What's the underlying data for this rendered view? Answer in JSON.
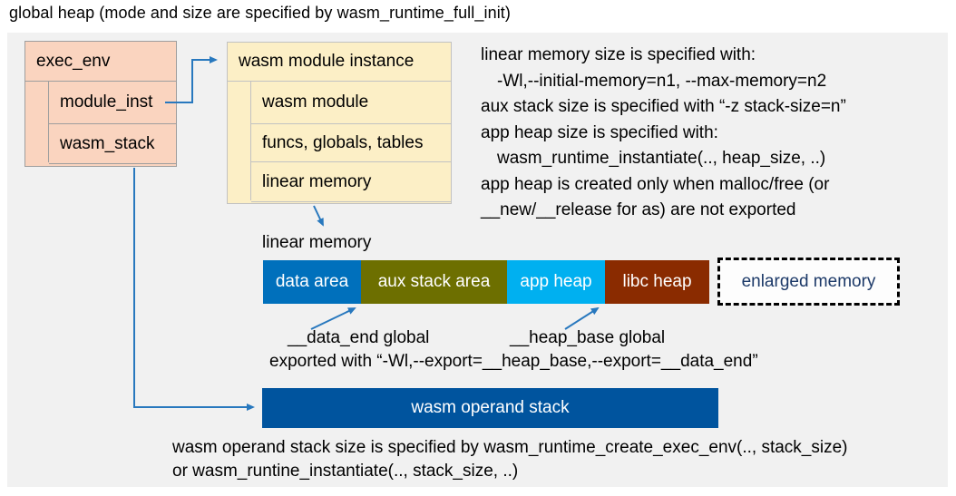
{
  "title": "global heap (mode and size are specified by wasm_runtime_full_init)",
  "exec_env_box": {
    "header": "exec_env",
    "rows": [
      "module_inst",
      "wasm_stack"
    ]
  },
  "module_instance_box": {
    "header": "wasm module instance",
    "rows": [
      "wasm module",
      "funcs, globals, tables",
      "linear memory"
    ]
  },
  "notes_right": {
    "lines": [
      {
        "text": "linear memory size is specified with:"
      },
      {
        "text": "-Wl,--initial-memory=n1, --max-memory=n2"
      },
      {
        "text": "aux stack size is specified with “-z stack-size=n”"
      },
      {
        "text": "app heap size is specified with:"
      },
      {
        "text": "wasm_runtime_instantiate(.., heap_size, ..)"
      },
      {
        "text": "app heap is created only when malloc/free (or"
      },
      {
        "text": "__new/__release for as) are not exported"
      }
    ]
  },
  "linear_memory": {
    "label": "linear memory",
    "segments": [
      {
        "label": "data area",
        "color": "#0070BC"
      },
      {
        "label": "aux stack area",
        "color": "#6D6F00"
      },
      {
        "label": "app heap",
        "color": "#00B0F0"
      },
      {
        "label": "libc heap",
        "color": "#8A2B00"
      }
    ],
    "enlarged": {
      "label": "enlarged memory",
      "text_color": "#1C3968"
    }
  },
  "globals": {
    "data_end_label": "__data_end global",
    "heap_base_label": "__heap_base global",
    "export_note": "exported with “-Wl,--export=__heap_base,--export=__data_end”"
  },
  "operand_stack": {
    "label": "wasm operand stack",
    "color": "#00549E"
  },
  "footer": {
    "line1": "wasm operand stack size is specified by wasm_runtime_create_exec_env(.., stack_size)",
    "line2": "or wasm_runtine_instantiate(.., stack_size, ..)"
  },
  "colors": {
    "panel_bg": "#F1F1F1",
    "exec_env_fill": "#FAD4BF",
    "module_fill": "#FCEFC6",
    "arrow": "#2878BE"
  }
}
